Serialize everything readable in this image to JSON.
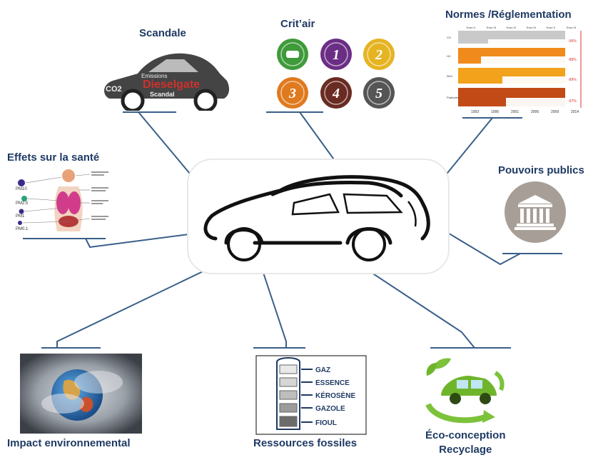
{
  "labels": {
    "scandale": "Scandale",
    "critair": "Crit’air",
    "normes": "Normes /Réglementation",
    "sante": "Effets sur la santé",
    "pouvoirs": "Pouvoirs publics",
    "impact": "Impact environnemental",
    "ressources": "Ressources fossiles",
    "eco_line1": "Éco-conception",
    "eco_line2": "Recyclage"
  },
  "scandale_words": {
    "main": "Dieselgate",
    "w1": "Emissions",
    "w2": "CO2",
    "w3": "Scandal"
  },
  "critair_badges": [
    {
      "label": "",
      "color": "#3f9a3a"
    },
    {
      "label": "1",
      "color": "#6b2e85"
    },
    {
      "label": "2",
      "color": "#e6b422"
    },
    {
      "label": "3",
      "color": "#e07a1f"
    },
    {
      "label": "4",
      "color": "#6a2b22"
    },
    {
      "label": "5",
      "color": "#555555"
    }
  ],
  "normes_years": [
    "1993",
    "1996",
    "2001",
    "2006",
    "2009",
    "2014"
  ],
  "normes_headers": [
    "Euro II",
    "Euro III",
    "Euro IV",
    "Euro IV",
    "Euro V",
    "Euro VI"
  ],
  "normes_pcts": [
    "-96%",
    "-88%",
    "-89%",
    "-97%"
  ],
  "normes_rows": [
    "CO",
    "HC",
    "NOx",
    "Particules"
  ],
  "ressources_items": [
    "GAZ",
    "ESSENCE",
    "KÉROSÈNE",
    "GAZOLE",
    "FIOUL"
  ],
  "sante_pm": [
    "PM10",
    "PM2.5",
    "PM1",
    "PM0.1"
  ],
  "colors": {
    "label": "#1f3a64",
    "connector": "#3a5f8a",
    "bar": "#4a6d95",
    "pouvoirs_circle": "#a79f97",
    "eco_green": "#6fb52c"
  }
}
